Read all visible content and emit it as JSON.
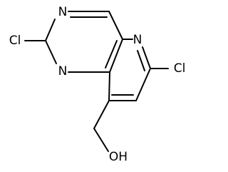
{
  "atoms": {
    "cl_left": "Cl",
    "n_top": "N",
    "n_bottom": "N",
    "n_pyridine": "N",
    "cl_right": "Cl",
    "oh": "OH"
  }
}
